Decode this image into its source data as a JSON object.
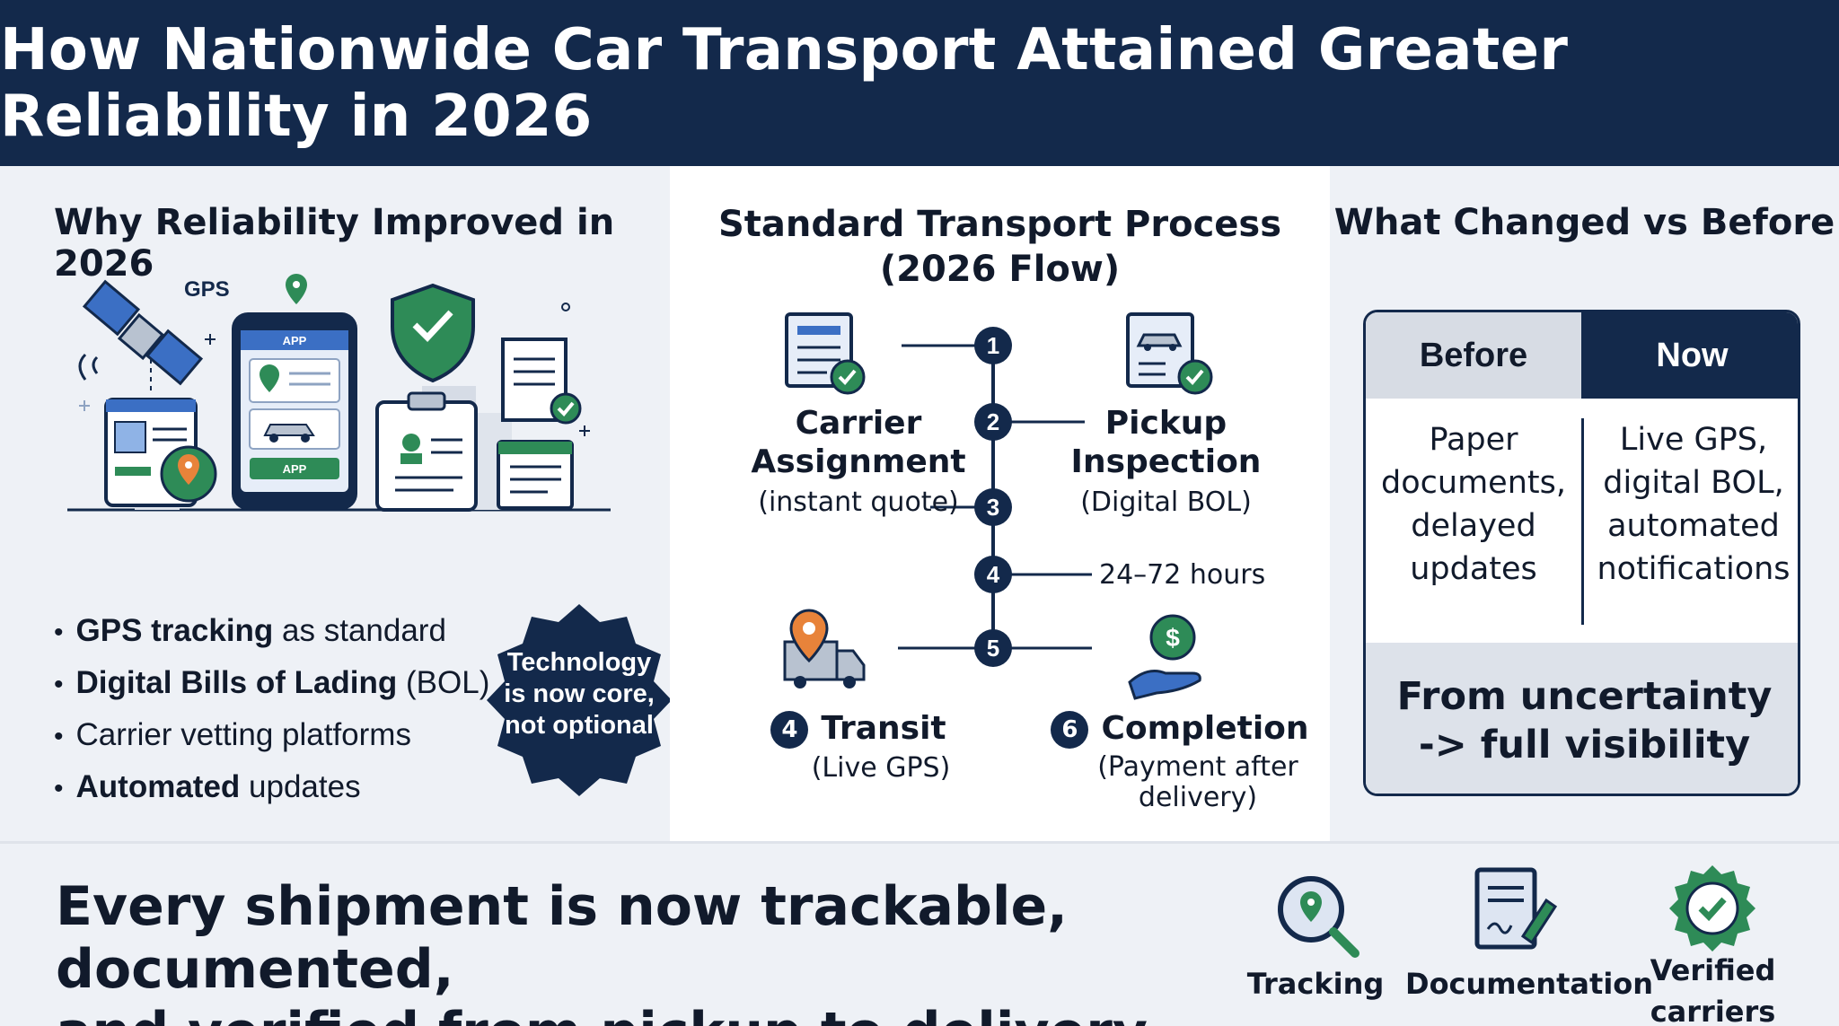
{
  "header": {
    "title": "How Nationwide Car Transport Attained Greater Reliability in 2026"
  },
  "left": {
    "title": "Why Reliability Improved in 2026",
    "illustration": {
      "gps_label": "GPS",
      "app_label_top": "APP",
      "app_label_button": "APP"
    },
    "bullets": [
      {
        "bold": "GPS tracking",
        "rest": " as standard"
      },
      {
        "bold": "Digital Bills of Lading",
        "rest": " (BOL)"
      },
      {
        "bold": "",
        "rest": "Carrier vetting platforms"
      },
      {
        "bold": "Automated",
        "rest": " updates"
      }
    ],
    "badge": {
      "line1": "Technology",
      "line2": "is now core,",
      "line3": "not optional"
    }
  },
  "middle": {
    "title_line1": "Standard Transport Process",
    "title_line2": "(2026 Flow)",
    "timeline_numbers": [
      "1",
      "2",
      "3",
      "4",
      "5"
    ],
    "steps": {
      "carrier": {
        "title_line1": "Carrier",
        "title_line2": "Assignment",
        "sub": "(instant quote)"
      },
      "pickup": {
        "title_line1": "Pickup",
        "title_line2": "Inspection",
        "sub": "(Digital BOL)"
      },
      "duration": "24–72 hours",
      "transit": {
        "num": "4",
        "title": "Transit",
        "sub": "(Live GPS)"
      },
      "completion": {
        "num": "6",
        "title": "Completion",
        "sub_line1": "(Payment after",
        "sub_line2": "delivery)"
      }
    }
  },
  "right": {
    "title": "What Changed vs Before",
    "before_label": "Before",
    "now_label": "Now",
    "before_lines": [
      "Paper",
      "documents,",
      "delayed",
      "updates"
    ],
    "now_lines": [
      "Live GPS,",
      "digital BOL,",
      "automated",
      "notifications"
    ],
    "summary_line1": "From uncertainty",
    "summary_line2": "-> full visibility"
  },
  "footer": {
    "text_line1": "Every shipment is now trackable, documented,",
    "text_line2": "and verified from pickup to delivery",
    "icons": [
      {
        "label": "Tracking",
        "icon": "magnifier-location-icon"
      },
      {
        "label": "Documentation",
        "icon": "document-pen-icon"
      },
      {
        "label_line1": "Verified",
        "label_line2": "carriers",
        "icon": "verified-badge-icon"
      }
    ]
  },
  "colors": {
    "navy": "#13294b",
    "green": "#2e8b57",
    "orange": "#e8833a",
    "blue": "#3b6fc4",
    "panel_bg": "#eef1f6"
  }
}
